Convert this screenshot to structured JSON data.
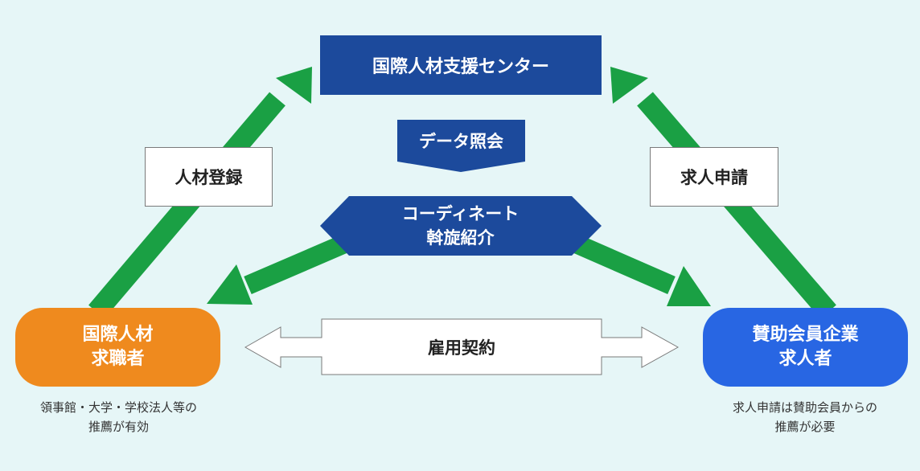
{
  "center": {
    "label": "国際人材支援センター"
  },
  "data_query": {
    "label": "データ照会"
  },
  "coordinate": {
    "line1": "コーディネート",
    "line2": "斡旋紹介"
  },
  "left_edge_label": "人材登録",
  "right_edge_label": "求人申請",
  "contract_label": "雇用契約",
  "left_node": {
    "line1": "国際人材",
    "line2": "求職者",
    "note_line1": "領事館・大学・学校法人等の",
    "note_line2": "推薦が有効"
  },
  "right_node": {
    "line1": "賛助会員企業",
    "line2": "求人者",
    "note_line1": "求人申請は賛助会員からの",
    "note_line2": "推薦が必要"
  },
  "colors": {
    "background": "#e6f6f7",
    "navy": "#1c4a9c",
    "green_arrow": "#1aa044",
    "orange": "#ef8a1e",
    "blue": "#2866e3"
  }
}
